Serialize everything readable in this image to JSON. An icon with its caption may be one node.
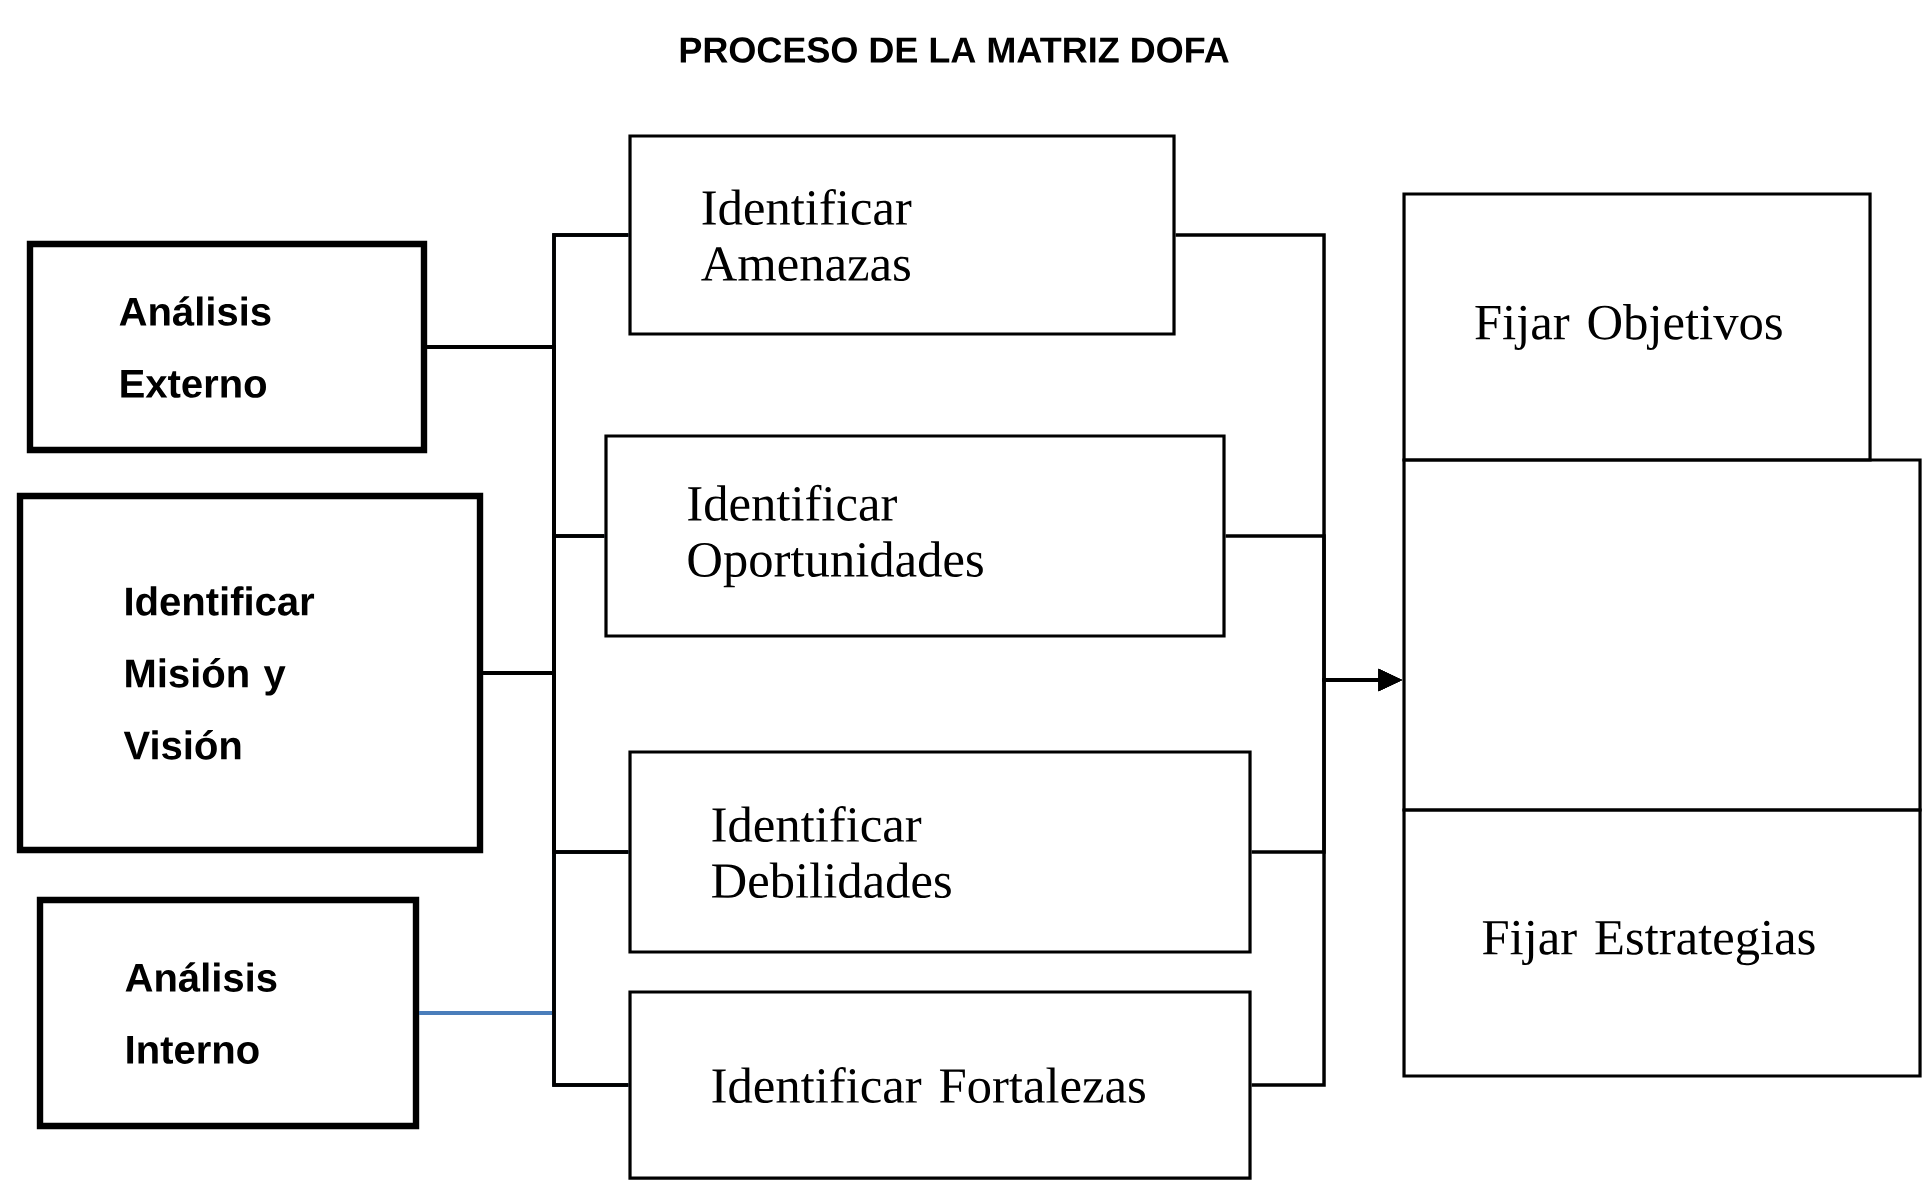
{
  "diagram": {
    "title": "PROCESO DE LA MATRIZ DOFA",
    "nodes": [
      {
        "text": [
          "Análisis Externo"
        ]
      },
      {
        "text": [
          "Identificar Misión y Visión"
        ]
      },
      {
        "text": [
          "Análisis Interno"
        ]
      },
      {
        "text": [
          "Identificar Amenazas"
        ]
      },
      {
        "text": [
          "Identificar Oportunidades"
        ]
      },
      {
        "text": [
          "Identificar Debilidades"
        ]
      },
      {
        "text": [
          "Identificar Fortalezas"
        ]
      },
      {
        "text": [
          "Fijar Objetivos"
        ]
      },
      {
        "text": [],
        "shape": "box"
      },
      {
        "text": [
          "Fijar Estrategias"
        ]
      }
    ],
    "edges": [
      {
        "from": 0,
        "to": 3,
        "arrow": "none"
      },
      {
        "from": 0,
        "to": 4,
        "arrow": "none"
      },
      {
        "from": 0,
        "to": 5,
        "arrow": "none"
      },
      {
        "from": 0,
        "to": 6,
        "arrow": "none"
      },
      {
        "from": 1,
        "to": 3,
        "arrow": "none"
      },
      {
        "from": 1,
        "to": 4,
        "arrow": "none"
      },
      {
        "from": 1,
        "to": 5,
        "arrow": "none"
      },
      {
        "from": 1,
        "to": 6,
        "arrow": "none"
      },
      {
        "from": 2,
        "to": 3,
        "arrow": "none",
        "color": "#4a7ebb"
      },
      {
        "from": 2,
        "to": 4,
        "arrow": "none",
        "color": "#4a7ebb"
      },
      {
        "from": 2,
        "to": 5,
        "arrow": "none",
        "color": "#4a7ebb"
      },
      {
        "from": 2,
        "to": 6,
        "arrow": "none",
        "color": "#4a7ebb"
      },
      {
        "from": 3,
        "to": 8,
        "arrow": "to"
      },
      {
        "from": 4,
        "to": 8,
        "arrow": "to"
      },
      {
        "from": 5,
        "to": 8,
        "arrow": "to"
      },
      {
        "from": 6,
        "to": 8,
        "arrow": "to"
      }
    ]
  }
}
